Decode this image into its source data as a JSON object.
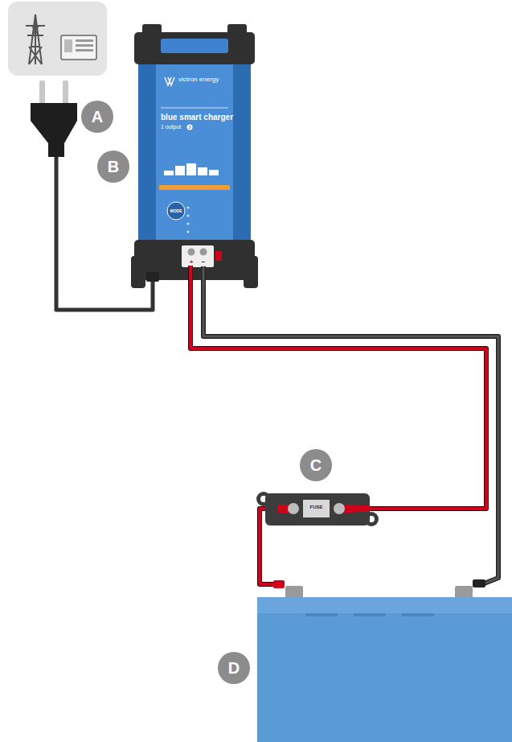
{
  "diagram": {
    "nodes": [
      {
        "text": [
          "victron energy",
          "blue smart charger",
          "1 output"
        ]
      },
      {
        "text": [
          "FUSE"
        ]
      }
    ],
    "edges": [
      {
        "from": 0,
        "to": 1,
        "arrow": "none"
      }
    ],
    "labels": [
      "A",
      "B",
      "MODE",
      "+",
      "−",
      "C",
      "D"
    ]
  }
}
